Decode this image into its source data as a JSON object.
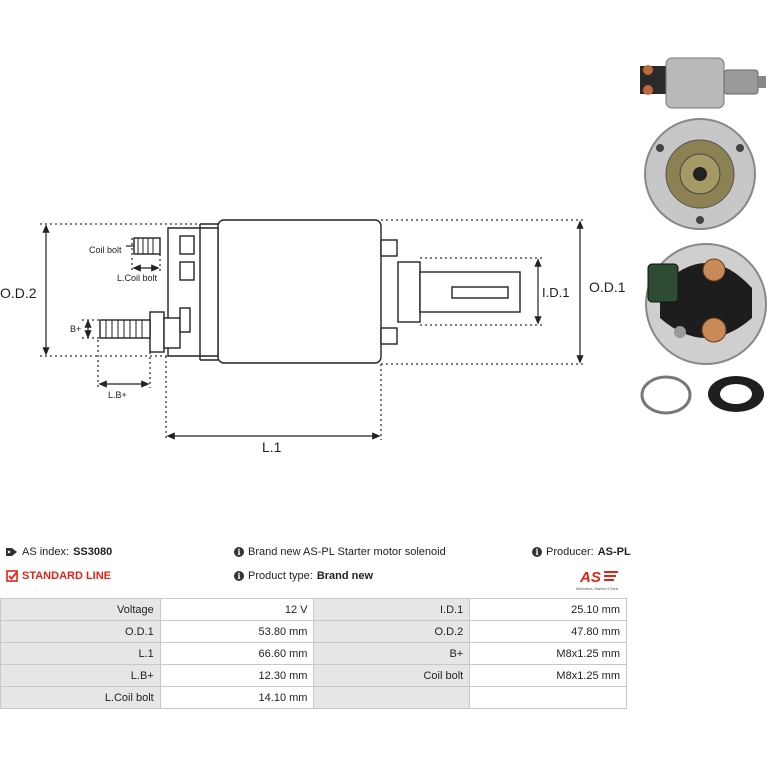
{
  "diagram": {
    "labels": {
      "od2": "O.D.2",
      "od1": "O.D.1",
      "id1": "I.D.1",
      "l1": "L.1",
      "lb": "L.B+",
      "bplus": "B+",
      "coil_bolt": "Coil bolt",
      "l_coil_bolt": "L.Coil bolt"
    }
  },
  "info": {
    "as_index_label": "AS index:",
    "as_index_value": "SS3080",
    "line": "STANDARD LINE",
    "description": "Brand new AS-PL Starter motor solenoid",
    "product_type_label": "Product type:",
    "product_type_value": "Brand new",
    "producer_label": "Producer:",
    "producer_value": "AS-PL",
    "logo_text": "AS",
    "logo_tagline": "Alternators, Starters & Parts"
  },
  "colors": {
    "accent_red": "#e2231a",
    "label_bg": "#e6e6e6",
    "border": "#c8c8c8"
  },
  "specs": [
    {
      "label1": "Voltage",
      "value1": "12 V",
      "label2": "I.D.1",
      "value2": "25.10 mm"
    },
    {
      "label1": "O.D.1",
      "value1": "53.80 mm",
      "label2": "O.D.2",
      "value2": "47.80 mm"
    },
    {
      "label1": "L.1",
      "value1": "66.60 mm",
      "label2": "B+",
      "value2": "M8x1.25 mm"
    },
    {
      "label1": "L.B+",
      "value1": "12.30 mm",
      "label2": "Coil bolt",
      "value2": "M8x1.25 mm"
    },
    {
      "label1": "L.Coil bolt",
      "value1": "14.10 mm",
      "label2": "",
      "value2": ""
    }
  ]
}
